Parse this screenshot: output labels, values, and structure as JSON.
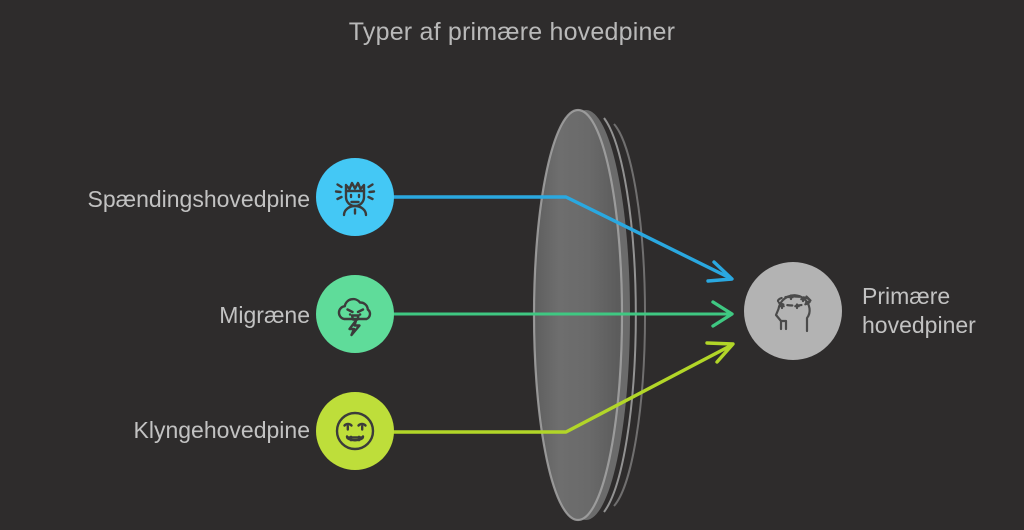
{
  "header": {
    "title": "Typer af primære hovedpiner"
  },
  "diagram": {
    "background_color": "#2e2c2c",
    "title_color": "#b9b9b9",
    "label_color": "#c2c2c2",
    "center_shape": {
      "name": "lens-disc",
      "fill_color": "#6b6b6b",
      "edge_color": "#a8a8a8"
    },
    "sources": [
      {
        "label": "Spændingshovedpine",
        "icon": "stressed-person-icon",
        "color": "#44c8f5",
        "connector_color": "#2aa8e0"
      },
      {
        "label": "Migræne",
        "icon": "storm-cloud-lightning-icon",
        "color": "#5fdc9a",
        "connector_color": "#3fc882"
      },
      {
        "label": "Klyngehovedpine",
        "icon": "grimacing-face-icon",
        "color": "#bede3a",
        "connector_color": "#b2d628"
      }
    ],
    "target": {
      "label_line1": "Primære",
      "label_line2": "hovedpiner",
      "icon": "dizzy-head-profile-icon",
      "color": "#b3b3b3"
    }
  }
}
